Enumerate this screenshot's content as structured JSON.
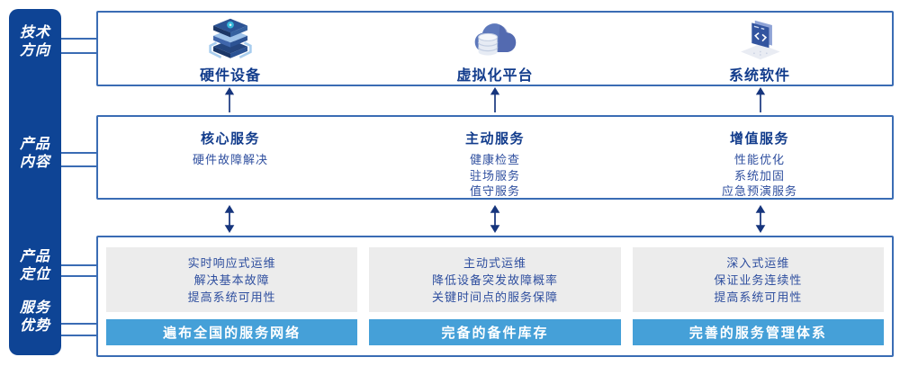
{
  "colors": {
    "sidebar_bg": "#0e4495",
    "frame_border": "#3a6cb4",
    "heading_text": "#123c8c",
    "body_text": "#2f4f9f",
    "gray_panel": "#ececec",
    "advantage_bar": "#45a0d8",
    "advantage_text": "#ffffff",
    "arrow": "#16357d"
  },
  "sidebar": {
    "labels": [
      {
        "line1": "技术",
        "line2": "方向"
      },
      {
        "line1": "产品",
        "line2": "内容"
      },
      {
        "line1": "产品",
        "line2": "定位"
      },
      {
        "line1": "服务",
        "line2": "优势"
      }
    ]
  },
  "tech_direction": {
    "items": [
      {
        "label": "硬件设备",
        "icon": "server-stack-icon"
      },
      {
        "label": "虚拟化平台",
        "icon": "cloud-database-icon"
      },
      {
        "label": "系统软件",
        "icon": "software-window-icon"
      }
    ]
  },
  "product_content": {
    "columns": [
      {
        "heading": "核心服务",
        "items": [
          "硬件故障解决"
        ]
      },
      {
        "heading": "主动服务",
        "items": [
          "健康检查",
          "驻场服务",
          "值守服务"
        ]
      },
      {
        "heading": "增值服务",
        "items": [
          "性能优化",
          "系统加固",
          "应急预演服务"
        ]
      }
    ]
  },
  "product_positioning": {
    "columns": [
      {
        "lines": [
          "实时响应式运维",
          "解决基本故障",
          "提高系统可用性"
        ],
        "advantage": "遍布全国的服务网络"
      },
      {
        "lines": [
          "主动式运维",
          "降低设备突发故障概率",
          "关键时间点的服务保障"
        ],
        "advantage": "完备的备件库存"
      },
      {
        "lines": [
          "深入式运维",
          "保证业务连续性",
          "提高系统可用性"
        ],
        "advantage": "完善的服务管理体系"
      }
    ]
  }
}
